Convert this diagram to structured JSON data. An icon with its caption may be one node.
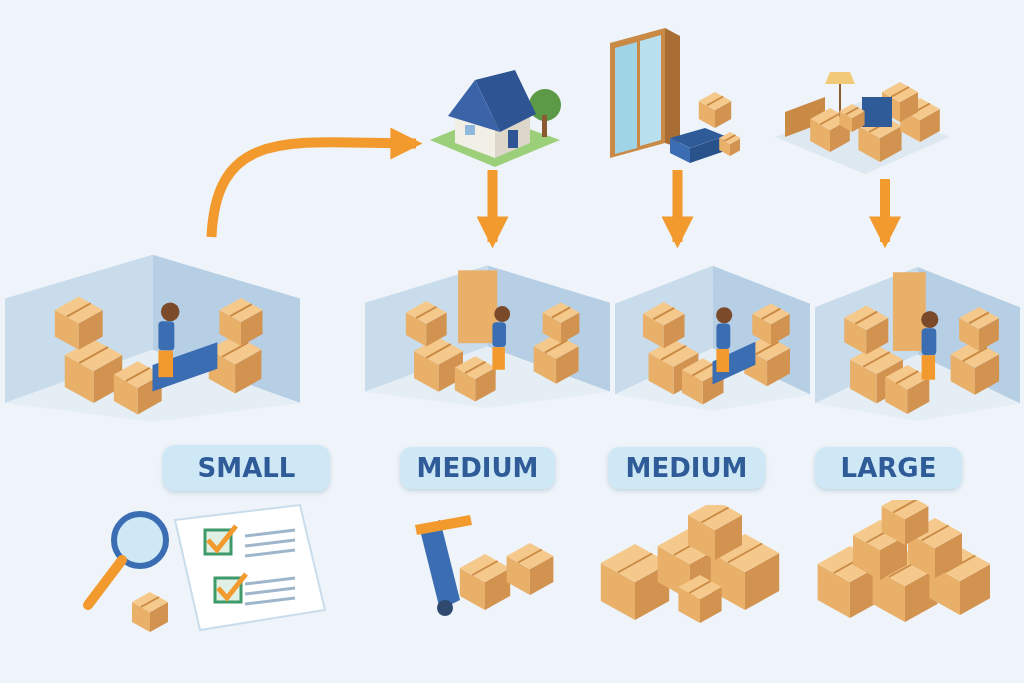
{
  "diagram": {
    "nodes": [
      {
        "text": [],
        "shape": "picture"
      },
      {
        "text": [],
        "shape": "picture"
      },
      {
        "text": [],
        "shape": "picture"
      },
      {
        "text": [],
        "shape": "picture",
        "beside": [
          "SMALL"
        ]
      },
      {
        "text": [],
        "shape": "picture",
        "beside": [
          "MEDIUM"
        ]
      },
      {
        "text": [],
        "shape": "picture",
        "beside": [
          "MEDIUM"
        ]
      },
      {
        "text": [],
        "shape": "picture",
        "beside": [
          "LARGE"
        ]
      }
    ],
    "edges": [
      {
        "from": 3,
        "to": 0,
        "arrow": "to"
      },
      {
        "from": 0,
        "to": 4,
        "arrow": "to"
      },
      {
        "from": 1,
        "to": 5,
        "arrow": "to"
      },
      {
        "from": 2,
        "to": 6,
        "arrow": "to"
      }
    ]
  }
}
